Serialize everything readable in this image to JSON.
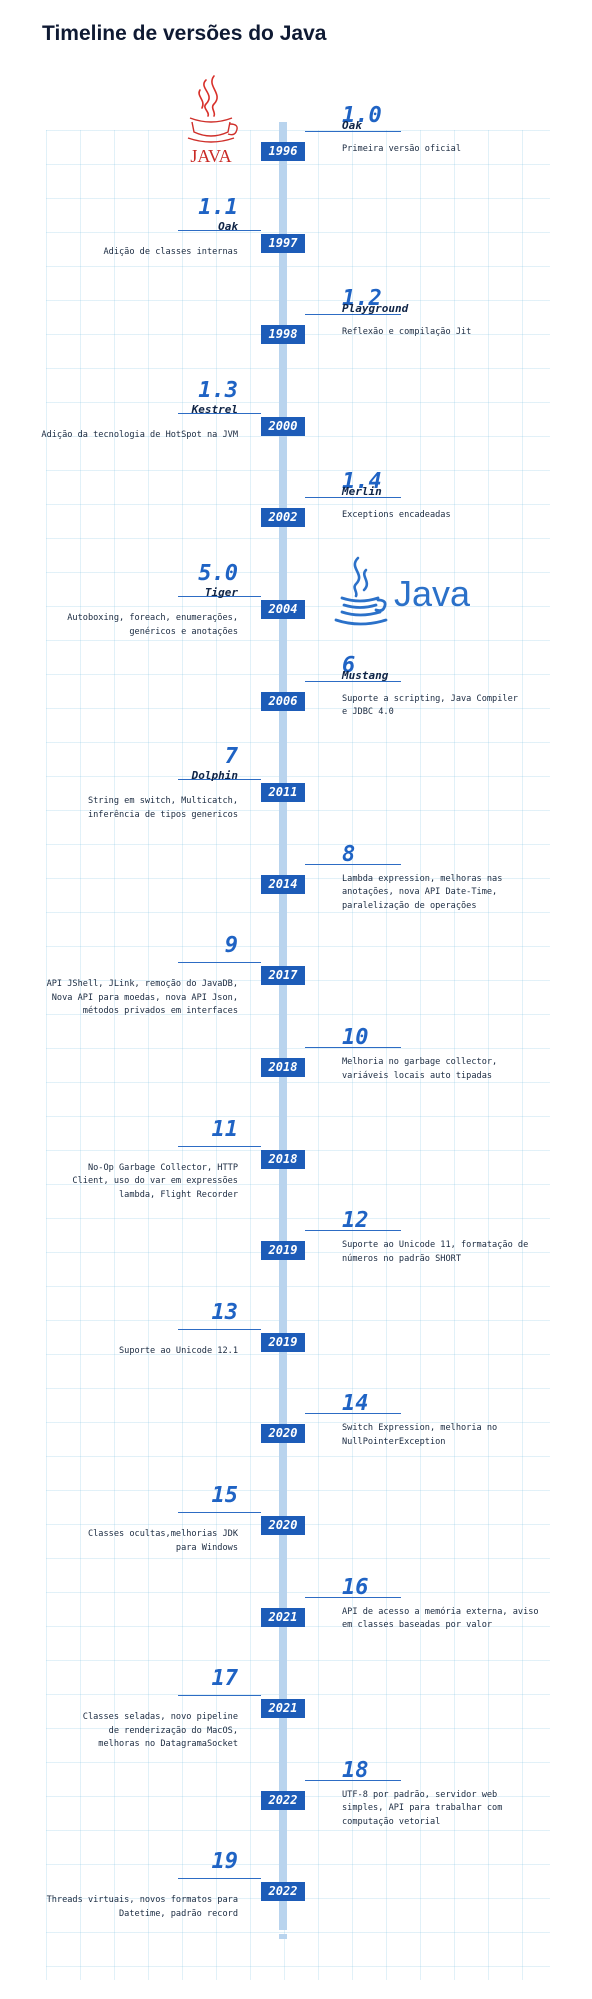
{
  "title": "Timeline de versões do Java",
  "logos": [
    {
      "name": "java-logo-classic",
      "text": "JAVA"
    },
    {
      "name": "java-logo-modern",
      "text": "Java"
    }
  ],
  "colors": {
    "accent": "#1f63c4",
    "year_box": "#1d5cb8",
    "axis": "#b9d4ee",
    "text_dark": "#0f2446"
  },
  "entries": [
    {
      "version": "1.0",
      "codename": "Oak",
      "year": "1996",
      "side": "right",
      "description": [
        "Primeira versão oficial"
      ]
    },
    {
      "version": "1.1",
      "codename": "Oak",
      "year": "1997",
      "side": "left",
      "description": [
        "Adição de classes internas"
      ]
    },
    {
      "version": "1.2",
      "codename": "Playground",
      "year": "1998",
      "side": "right",
      "description": [
        "Reflexão e compilação Jit"
      ]
    },
    {
      "version": "1.3",
      "codename": "Kestrel",
      "year": "2000",
      "side": "left",
      "description": [
        "Adição da tecnologia de HotSpot na JVM"
      ]
    },
    {
      "version": "1.4",
      "codename": "Merlin",
      "year": "2002",
      "side": "right",
      "description": [
        "Exceptions encadeadas"
      ]
    },
    {
      "version": "5.0",
      "codename": "Tiger",
      "year": "2004",
      "side": "left",
      "description": [
        "Autoboxing, foreach, enumerações,",
        "genéricos e anotações"
      ]
    },
    {
      "version": "6",
      "codename": "Mustang",
      "year": "2006",
      "side": "right",
      "description": [
        "Suporte a scripting, Java Compiler",
        "e JDBC 4.0"
      ]
    },
    {
      "version": "7",
      "codename": "Dolphin",
      "year": "2011",
      "side": "left",
      "description": [
        "String em switch, Multicatch,",
        "inferência de tipos genericos"
      ]
    },
    {
      "version": "8",
      "codename": "",
      "year": "2014",
      "side": "right",
      "description": [
        "Lambda expression, melhoras nas",
        "anotações, nova API Date-Time,",
        "paralelização de operações"
      ]
    },
    {
      "version": "9",
      "codename": "",
      "year": "2017",
      "side": "left",
      "description": [
        "API JShell, JLink, remoção do JavaDB,",
        "Nova API para moedas, nova API Json,",
        "métodos privados em interfaces"
      ]
    },
    {
      "version": "10",
      "codename": "",
      "year": "2018",
      "side": "right",
      "description": [
        "Melhoria no garbage collector,",
        "variáveis locais auto tipadas"
      ]
    },
    {
      "version": "11",
      "codename": "",
      "year": "2018",
      "side": "left",
      "description": [
        "No-Op Garbage Collector, HTTP",
        "Client, uso do var em expressões",
        "lambda, Flight Recorder"
      ]
    },
    {
      "version": "12",
      "codename": "",
      "year": "2019",
      "side": "right",
      "description": [
        "Suporte ao Unicode 11, formatação de",
        "números no padrão SHORT"
      ]
    },
    {
      "version": "13",
      "codename": "",
      "year": "2019",
      "side": "left",
      "description": [
        "Suporte ao Unicode 12.1"
      ]
    },
    {
      "version": "14",
      "codename": "",
      "year": "2020",
      "side": "right",
      "description": [
        "Switch Expression, melhoria no",
        "NullPointerException"
      ]
    },
    {
      "version": "15",
      "codename": "",
      "year": "2020",
      "side": "left",
      "description": [
        "Classes ocultas,melhorias JDK",
        "para Windows"
      ]
    },
    {
      "version": "16",
      "codename": "",
      "year": "2021",
      "side": "right",
      "description": [
        "API de acesso a memória externa, aviso",
        "em classes baseadas por valor"
      ]
    },
    {
      "version": "17",
      "codename": "",
      "year": "2021",
      "side": "left",
      "description": [
        "Classes seladas, novo pipeline",
        "de renderização do MacOS,",
        "melhoras no DatagramaSocket"
      ]
    },
    {
      "version": "18",
      "codename": "",
      "year": "2022",
      "side": "right",
      "description": [
        "UTF-8 por padrão, servidor web",
        "simples, API para trabalhar com",
        "computação vetorial"
      ]
    },
    {
      "version": "19",
      "codename": "",
      "year": "2022",
      "side": "left",
      "description": [
        "Threads virtuais, novos formatos para",
        "Datetime, padrão record"
      ]
    }
  ]
}
